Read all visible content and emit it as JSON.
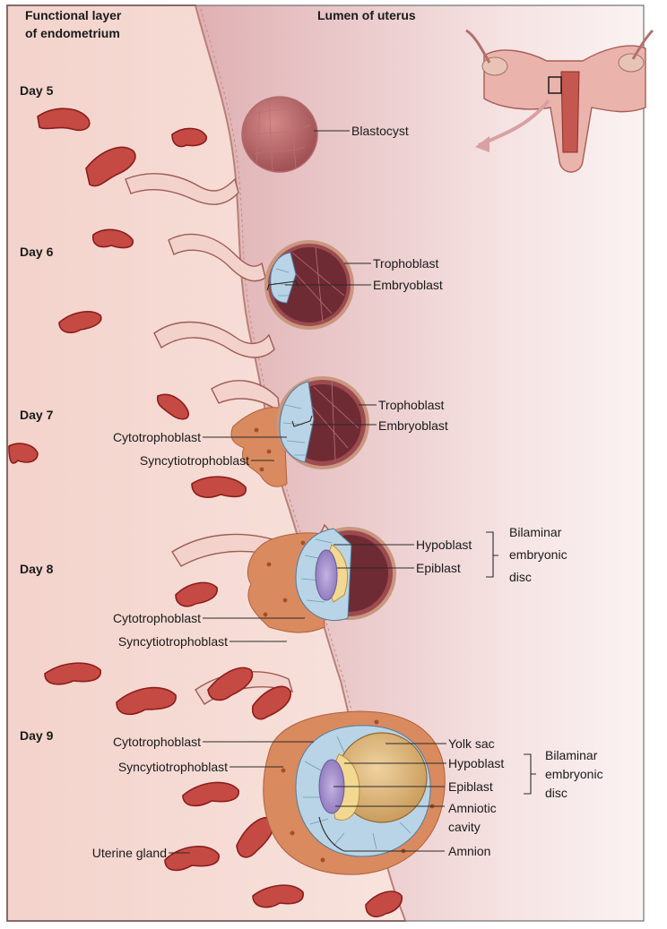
{
  "headers": {
    "left": [
      "Functional layer",
      "of endometrium"
    ],
    "right": "Lumen of uterus"
  },
  "days": {
    "d5": "Day 5",
    "d6": "Day 6",
    "d7": "Day 7",
    "d8": "Day 8",
    "d9": "Day 9"
  },
  "labels": {
    "blastocyst": "Blastocyst",
    "d6_trophoblast": "Trophoblast",
    "d6_embryoblast": "Embryoblast",
    "d7_trophoblast": "Trophoblast",
    "d7_embryoblast": "Embryoblast",
    "d7_cytotrophoblast": "Cytotrophoblast",
    "d7_syncytiotrophoblast": "Syncytiotrophoblast",
    "d8_hypoblast": "Hypoblast",
    "d8_epiblast": "Epiblast",
    "d8_bilaminar": [
      "Bilaminar",
      "embryonic",
      "disc"
    ],
    "d8_cytotrophoblast": "Cytotrophoblast",
    "d8_syncytiotrophoblast": "Syncytiotrophoblast",
    "d9_cytotrophoblast": "Cytotrophoblast",
    "d9_syncytiotrophoblast": "Syncytiotrophoblast",
    "d9_yolk_sac": "Yolk sac",
    "d9_hypoblast": "Hypoblast",
    "d9_epiblast": "Epiblast",
    "d9_bilaminar": [
      "Bilaminar",
      "embryonic",
      "disc"
    ],
    "d9_amniotic_cavity": [
      "Amniotic",
      "cavity"
    ],
    "d9_amnion": "Amnion",
    "uterine_gland": "Uterine gland"
  },
  "colors": {
    "endometrium": "#f6dcd4",
    "lumen": "#d9a3a6",
    "blood_cell": "#c64a44",
    "cytotrophoblast": "#b9d4e6",
    "syncytiotrophoblast": "#d98a5e",
    "yolk_sac": "#d9b27a",
    "epiblast": "#9b86c4"
  }
}
